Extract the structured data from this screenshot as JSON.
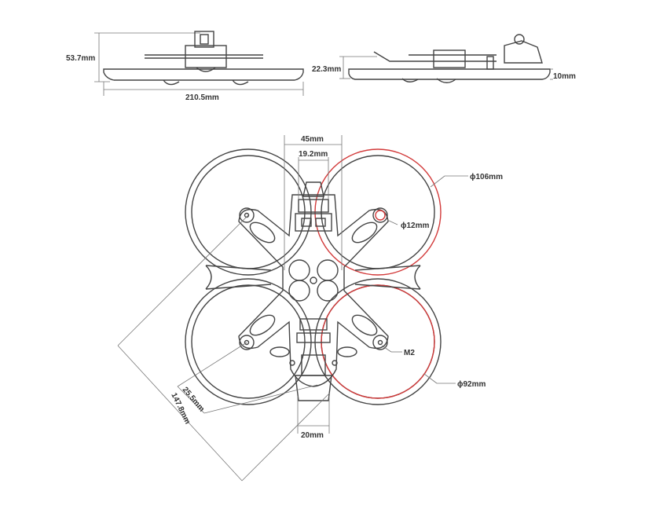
{
  "dimensions": {
    "height": "53.7mm",
    "length": "210.5mm",
    "height_guard": "22.3mm",
    "plate": "10mm",
    "top_width": "45mm",
    "inner_width": "19.2mm",
    "duct_outer": "ϕ106mm",
    "motor_mount": "ϕ12mm",
    "screw": "M2",
    "duct_inner": "ϕ92mm",
    "diag_small": "25.5mm",
    "diagonal": "147.8mm",
    "bottom_width": "20mm"
  },
  "colors": {
    "line": "#444444",
    "highlight": "#d23a3a",
    "background": "#ffffff"
  }
}
